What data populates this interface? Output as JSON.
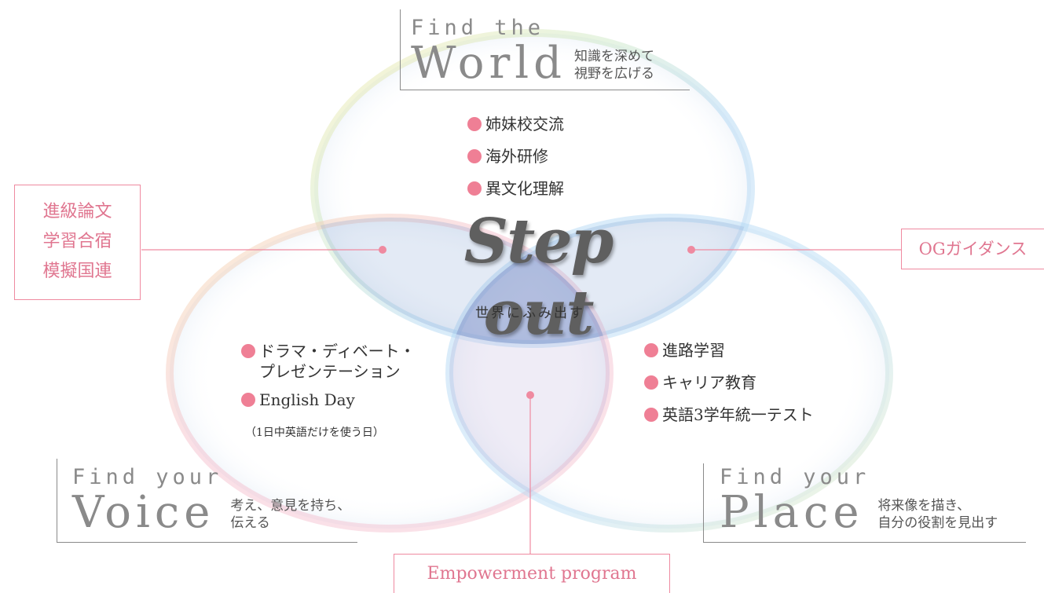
{
  "center": {
    "title": "Step out",
    "subtitle": "世界にふみ出す"
  },
  "world": {
    "small": "Find the",
    "big": "World",
    "desc_line1": "知識を深めて",
    "desc_line2": "視野を広げる",
    "items": [
      "姉妹校交流",
      "海外研修",
      "異文化理解"
    ]
  },
  "voice": {
    "small": "Find your",
    "big": "Voice",
    "desc_line1": "考え、意見を持ち、",
    "desc_line2": "伝える",
    "item1_line1": "ドラマ・ディベート・",
    "item1_line2": "プレゼンテーション",
    "item2": "English Day",
    "item2_sub": "（1日中英語だけを使う日）"
  },
  "place": {
    "small": "Find your",
    "big": "Place",
    "desc_line1": "将来像を描き、",
    "desc_line2": "自分の役割を見出す",
    "items": [
      "進路学習",
      "キャリア教育",
      "英語3学年統一テスト"
    ]
  },
  "callouts": {
    "left": [
      "進級論文",
      "学習合宿",
      "模擬国連"
    ],
    "right": "OGガイダンス",
    "bottom": "Empowerment program"
  },
  "colors": {
    "accent": "#ef7f95",
    "callout_text": "#e07690",
    "label_gray": "#8a8a8a"
  }
}
